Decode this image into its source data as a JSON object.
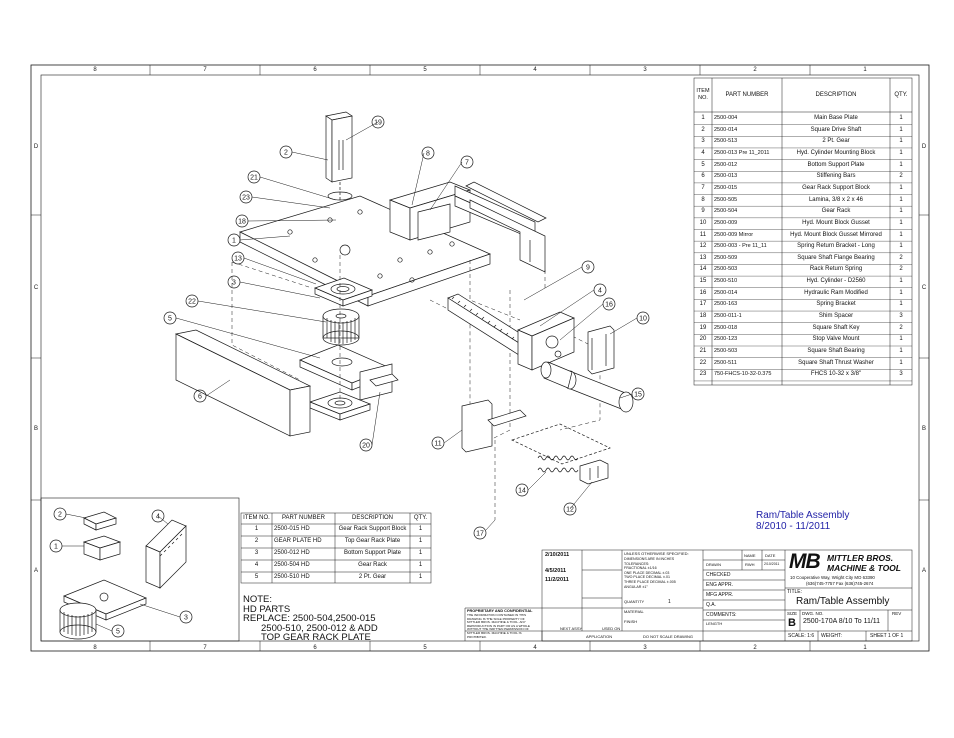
{
  "zones": {
    "columns": [
      "8",
      "7",
      "6",
      "5",
      "4",
      "3",
      "2",
      "1"
    ],
    "rows": [
      "D",
      "C",
      "B",
      "A"
    ]
  },
  "bom": {
    "headers": [
      "ITEM NO.",
      "PART NUMBER",
      "DESCRIPTION",
      "QTY."
    ],
    "rows": [
      [
        "1",
        "2500-004",
        "Main Base Plate",
        "1"
      ],
      [
        "2",
        "2500-014",
        "Square Drive Shaft",
        "1"
      ],
      [
        "3",
        "2500-513",
        "2 Pt. Gear",
        "1"
      ],
      [
        "4",
        "2500-013 Pre 11_2011",
        "Hyd. Cylinder Mounting Block",
        "1"
      ],
      [
        "5",
        "2500-012",
        "Bottom Support Plate",
        "1"
      ],
      [
        "6",
        "2500-013",
        "Stiffening Bars",
        "2"
      ],
      [
        "7",
        "2500-015",
        "Gear Rack Support Block",
        "1"
      ],
      [
        "8",
        "2500-505",
        "Lamina, 3/8 x 2 x 46",
        "1"
      ],
      [
        "9",
        "2500-504",
        "Gear Rack",
        "1"
      ],
      [
        "10",
        "2500-009",
        "Hyd. Mount Block Gusset",
        "1"
      ],
      [
        "11",
        "2500-009 Mirror",
        "Hyd. Mount Block Gusset Mirrored",
        "1"
      ],
      [
        "12",
        "2500-003 - Pre 11_11",
        "Spring Return Bracket - Long",
        "1"
      ],
      [
        "13",
        "2500-509",
        "Square Shaft Flange Bearing",
        "2"
      ],
      [
        "14",
        "2500-503",
        "Rack Return Spring",
        "2"
      ],
      [
        "15",
        "2500-510",
        "Hyd. Cylinder - D2560",
        "1"
      ],
      [
        "16",
        "2500-014",
        "Hydraulic Ram Modified",
        "1"
      ],
      [
        "17",
        "2500-163",
        "Spring Bracket",
        "1"
      ],
      [
        "18",
        "2500-011-1",
        "Shim Spacer",
        "3"
      ],
      [
        "19",
        "2500-018",
        "Square Shaft Key",
        "2"
      ],
      [
        "20",
        "2500-123",
        "Stop Valve Mount",
        "1"
      ],
      [
        "21",
        "2500-503",
        "Square Shaft Bearing",
        "1"
      ],
      [
        "22",
        "2500-511",
        "Square Shaft Thrust Washer",
        "1"
      ],
      [
        "23",
        "750-FHCS-10-32-0.375",
        "FHCS 10-32 x 3/8\"",
        "3"
      ]
    ]
  },
  "hd_table": {
    "headers": [
      "ITEM NO.",
      "PART NUMBER",
      "DESCRIPTION",
      "QTY."
    ],
    "rows": [
      [
        "1",
        "2500-015 HD",
        "Gear Rack Support Block",
        "1"
      ],
      [
        "2",
        "GEAR PLATE HD",
        "Top Gear Rack Plate",
        "1"
      ],
      [
        "3",
        "2500-012 HD",
        "Bottom Support Plate",
        "1"
      ],
      [
        "4",
        "2500-504 HD",
        "Gear Rack",
        "1"
      ],
      [
        "5",
        "2500-510 HD",
        "2 Pt. Gear",
        "1"
      ]
    ]
  },
  "note": {
    "line1": "NOTE:",
    "line2": "HD PARTS",
    "line3": "REPLACE: 2500-504,2500-015",
    "line4": "2500-510, 2500-012 & ADD",
    "line5": "TOP GEAR RACK PLATE"
  },
  "revision_note": {
    "title": "Ram/Table  Assembly",
    "dates": "8/2010 - 11/2011"
  },
  "title_block": {
    "company_line1": "MITTLER BROS.",
    "company_line2": "MACHINE & TOOL",
    "logo": "MB",
    "address": "10 Cooperative Way, Wright City MO 63390",
    "phone": "(636)745-7757 Fax (636)745-2674",
    "title_label": "TITLE:",
    "title": "Ram/Table Assembly",
    "size_label": "SIZE",
    "size": "B",
    "dwg_label": "DWG.  NO.",
    "dwg_no": "2500-170A 8/10 To 11/11",
    "rev_label": "REV",
    "scale": "SCALE: 1:6",
    "weight": "WEIGHT:",
    "sheet": "SHEET 1 OF 1",
    "name_label": "NAME",
    "date_label": "DATE",
    "drawn_label": "DRAWN",
    "drawn_name": "RWH",
    "drawn_date": "2/10/2011",
    "checked_label": "CHECKED",
    "eng_label": "ENG APPR.",
    "mfg_label": "MFG APPR.",
    "qa_label": "Q.A.",
    "comments_label": "COMMENTS:",
    "material_label": "MATERIAL",
    "finish_label": "FINISH",
    "finish_value": "LENGTH",
    "quantity_label": "QUANTITY",
    "quantity_value": "1",
    "next_assy": "NEXT ASSY",
    "used_on": "USED ON",
    "application": "APPLICATION",
    "do_not_scale": "DO NOT SCALE DRAWING",
    "dates_col": [
      "2/10/2011",
      "4/5/2011",
      "11/2/2011"
    ],
    "tolerance_header": "UNLESS OTHERWISE SPECIFIED:",
    "tolerance_lines": [
      "DIMENSIONS ARE IN INCHES",
      "TOLERANCES:",
      "FRACTIONAL    ±1/16",
      "ONE PLACE DECIMAL  ±.03",
      "TWO PLACE DECIMAL  ±.01",
      "THREE PLACE DECIMAL ±.005",
      "ANGULAR         ±1°"
    ],
    "proprietary_title": "PROPRIETARY AND CONFIDENTIAL",
    "proprietary_lines": [
      "THE INFORMATION CONTAINED IN THIS",
      "DRAWING IS THE SOLE PROPERTY OF",
      "MITTLER BROS. MACHINE & TOOL. ANY",
      "REPRODUCTION IN PART OR AS A WHOLE",
      "WITHOUT THE WRITTEN PERMISSION OF",
      "MITTLER BROS. MACHINE & TOOL IS",
      "PROHIBITED."
    ]
  },
  "balloons": [
    "1",
    "2",
    "3",
    "4",
    "5",
    "6",
    "7",
    "8",
    "9",
    "10",
    "11",
    "12",
    "13",
    "14",
    "15",
    "16",
    "17",
    "18",
    "19",
    "20",
    "21",
    "22",
    "23"
  ],
  "colors": {
    "line": "#1a1a1a",
    "balloon": "#1a1a1a",
    "blue_text": "#2323a8",
    "paper": "#ffffff"
  }
}
